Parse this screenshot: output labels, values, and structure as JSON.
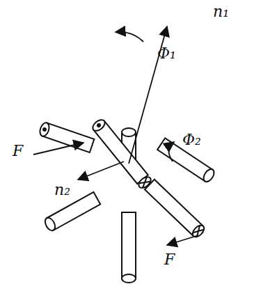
{
  "diagram": {
    "labels": [
      "n₁",
      "Φ₁",
      "F",
      "n₂",
      "Φ₂",
      "F"
    ]
  }
}
